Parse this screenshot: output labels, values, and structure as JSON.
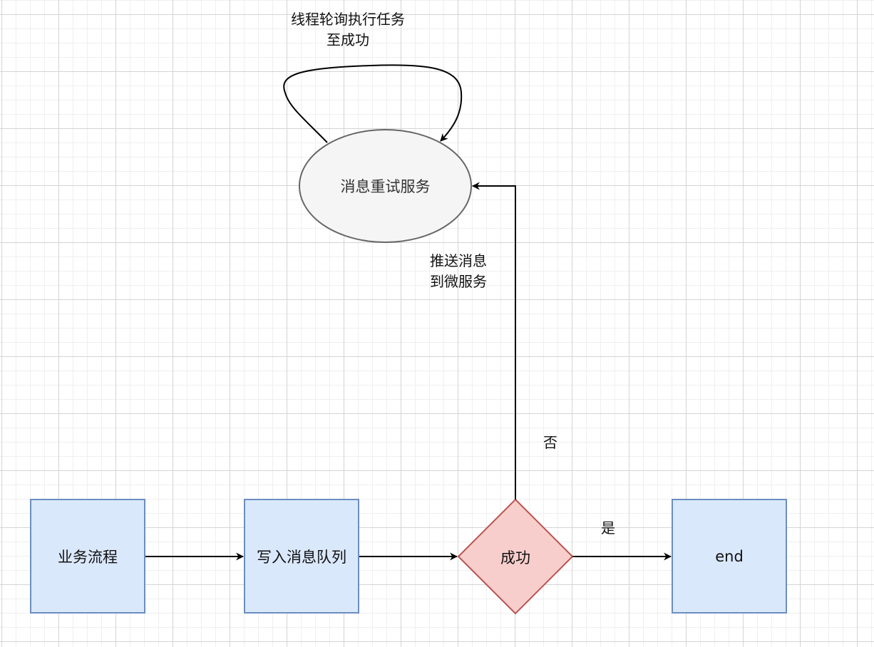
{
  "colors": {
    "process_fill": "#dae8fc",
    "process_stroke": "#6c8ebf",
    "decision_fill": "#f8cecc",
    "decision_stroke": "#b85450",
    "service_fill": "#f5f5f5",
    "service_stroke": "#666666",
    "edge": "#000000"
  },
  "nodes": {
    "business_process": "业务流程",
    "write_queue": "写入消息队列",
    "decision": "成功",
    "end": "end",
    "retry_service": "消息重试服务"
  },
  "edge_labels": {
    "loop_line1": "线程轮询执行任务",
    "loop_line2": "至成功",
    "push_line1": "推送消息",
    "push_line2": "到微服务",
    "no": "否",
    "yes": "是"
  }
}
